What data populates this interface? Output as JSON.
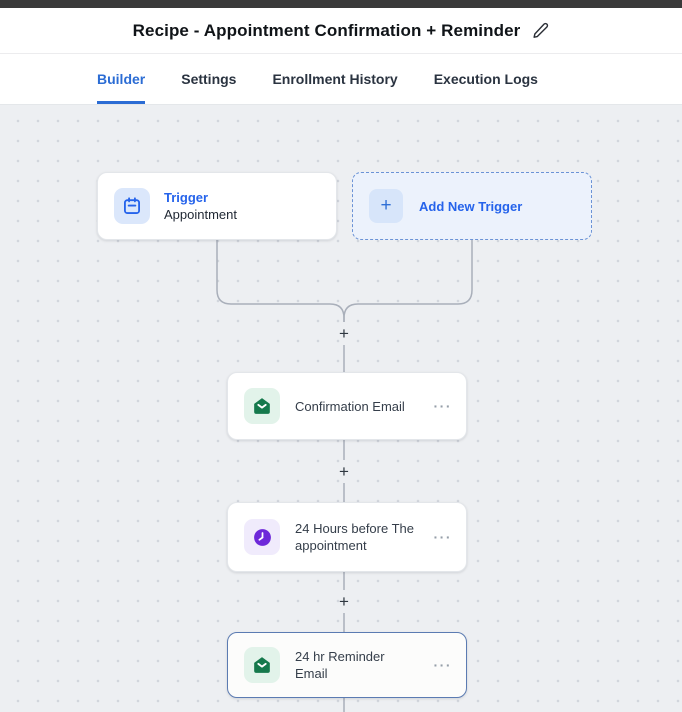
{
  "header": {
    "title": "Recipe - Appointment Confirmation + Reminder",
    "edit_icon": "pencil-icon"
  },
  "tabs": {
    "active": "Builder",
    "items": [
      {
        "label": "Builder"
      },
      {
        "label": "Settings"
      },
      {
        "label": "Enrollment History"
      },
      {
        "label": "Execution Logs"
      }
    ]
  },
  "canvas": {
    "trigger_card": {
      "title": "Trigger",
      "subtitle": "Appointment",
      "icon": "calendar-icon"
    },
    "add_trigger_card": {
      "label": "Add New Trigger",
      "icon": "plus-icon"
    },
    "plus_symbol": "+",
    "menu_symbol": "···",
    "nodes": [
      {
        "label": "Confirmation Email",
        "icon": "email-icon",
        "selected": false
      },
      {
        "label": "24 Hours before The appointment",
        "icon": "clock-icon",
        "selected": false
      },
      {
        "label": "24 hr Reminder Email",
        "icon": "email-icon",
        "selected": true
      }
    ]
  },
  "colors": {
    "accent_blue": "#2563eb",
    "icon_green": "#15794c",
    "icon_purple": "#6d28d9",
    "selected_border": "#5b7bb2",
    "canvas_bg": "#edeff2",
    "topbar": "#3a3a3a"
  }
}
